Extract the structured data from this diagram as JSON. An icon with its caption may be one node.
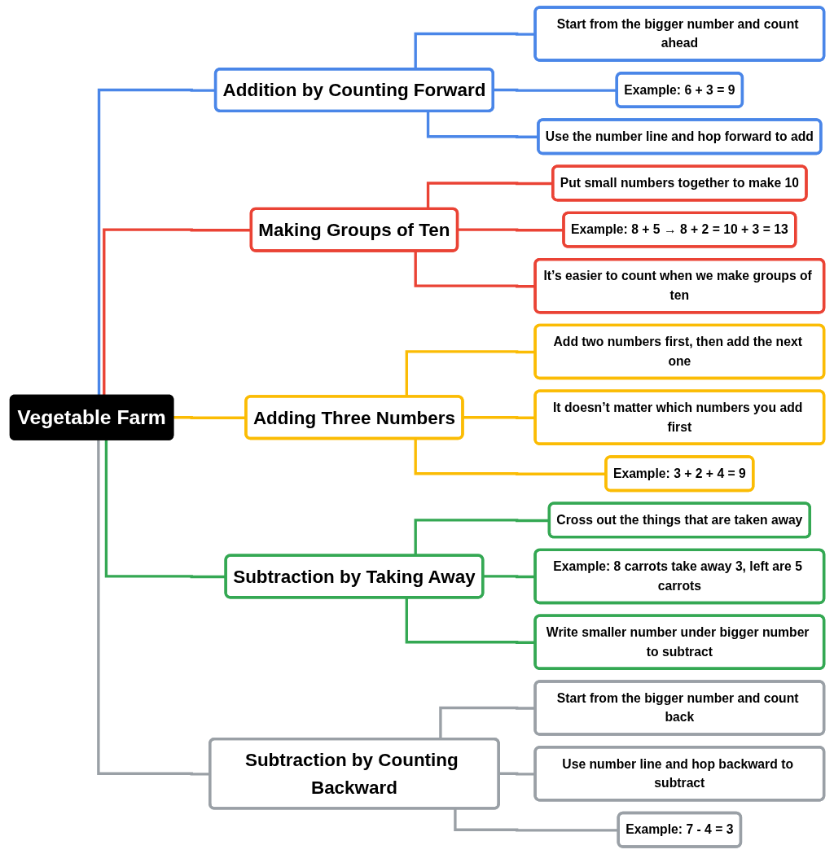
{
  "diagram": {
    "nodes": [
      {
        "text": [
          "Vegetable Farm"
        ]
      },
      {
        "text": [
          "Addition by Counting Forward"
        ]
      },
      {
        "text": [
          "Start from the bigger number and count ahead"
        ]
      },
      {
        "text": [
          "Example: 6 + 3 = 9"
        ]
      },
      {
        "text": [
          "Use the number line and hop forward to add"
        ]
      },
      {
        "text": [
          "Making Groups of Ten"
        ]
      },
      {
        "text": [
          "Put small numbers together to make 10"
        ]
      },
      {
        "text": [
          "Example: 8 + 5 → 8 + 2 = 10 + 3 = 13"
        ]
      },
      {
        "text": [
          "It’s easier to count when we make groups of ten"
        ]
      },
      {
        "text": [
          "Adding Three Numbers"
        ]
      },
      {
        "text": [
          "Add two numbers first, then add the next one"
        ]
      },
      {
        "text": [
          "It doesn’t matter which numbers you add first"
        ]
      },
      {
        "text": [
          "Example: 3 + 2 + 4 = 9"
        ]
      },
      {
        "text": [
          "Subtraction by Taking Away"
        ]
      },
      {
        "text": [
          "Cross out the things that are taken away"
        ]
      },
      {
        "text": [
          "Example: 8 carrots take away 3, left are 5 carrots"
        ]
      },
      {
        "text": [
          "Write smaller number under bigger number to subtract"
        ]
      },
      {
        "text": [
          "Subtraction by Counting Backward"
        ]
      },
      {
        "text": [
          "Start from the bigger number and count back"
        ]
      },
      {
        "text": [
          "Use number line and hop backward to subtract"
        ]
      },
      {
        "text": [
          "Example: 7 - 4 = 3"
        ]
      }
    ],
    "edges": [
      {
        "from": 0,
        "to": 1,
        "arrow": "none",
        "color": "#4a86e8"
      },
      {
        "from": 1,
        "to": 2,
        "arrow": "none",
        "color": "#4a86e8"
      },
      {
        "from": 1,
        "to": 3,
        "arrow": "none",
        "color": "#4a86e8"
      },
      {
        "from": 1,
        "to": 4,
        "arrow": "none",
        "color": "#4a86e8"
      },
      {
        "from": 0,
        "to": 5,
        "arrow": "none",
        "color": "#ea4335"
      },
      {
        "from": 5,
        "to": 6,
        "arrow": "none",
        "color": "#ea4335"
      },
      {
        "from": 5,
        "to": 7,
        "arrow": "none",
        "color": "#ea4335"
      },
      {
        "from": 5,
        "to": 8,
        "arrow": "none",
        "color": "#ea4335"
      },
      {
        "from": 0,
        "to": 9,
        "arrow": "none",
        "color": "#fbbc04"
      },
      {
        "from": 9,
        "to": 10,
        "arrow": "none",
        "color": "#fbbc04"
      },
      {
        "from": 9,
        "to": 11,
        "arrow": "none",
        "color": "#fbbc04"
      },
      {
        "from": 9,
        "to": 12,
        "arrow": "none",
        "color": "#fbbc04"
      },
      {
        "from": 0,
        "to": 13,
        "arrow": "none",
        "color": "#34a853"
      },
      {
        "from": 13,
        "to": 14,
        "arrow": "none",
        "color": "#34a853"
      },
      {
        "from": 13,
        "to": 15,
        "arrow": "none",
        "color": "#34a853"
      },
      {
        "from": 13,
        "to": 16,
        "arrow": "none",
        "color": "#34a853"
      },
      {
        "from": 0,
        "to": 17,
        "arrow": "none",
        "color": "#9aa0a6"
      },
      {
        "from": 17,
        "to": 18,
        "arrow": "none",
        "color": "#9aa0a6"
      },
      {
        "from": 17,
        "to": 19,
        "arrow": "none",
        "color": "#9aa0a6"
      },
      {
        "from": 17,
        "to": 20,
        "arrow": "none",
        "color": "#9aa0a6"
      }
    ]
  }
}
